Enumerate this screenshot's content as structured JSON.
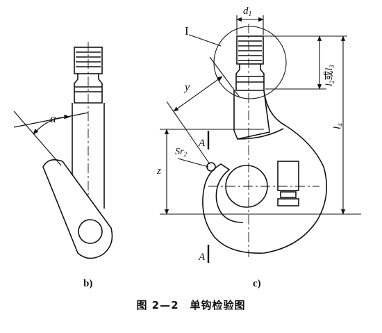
{
  "labels": {
    "d1": "d",
    "d1_sub": "1",
    "detail": "I",
    "l2": "l",
    "l2_sub": "2",
    "or": "或",
    "l3": "l",
    "l3_sub": "3",
    "l4": "l",
    "l4_sub": "4",
    "y": "y",
    "alpha": "α",
    "A_top": "A",
    "A_bottom": "A",
    "sr": "Sr",
    "sr_sub": "2",
    "z": "z",
    "view_b": "b)",
    "view_c": "c)"
  },
  "caption": "图 2—2　单钩检验图"
}
